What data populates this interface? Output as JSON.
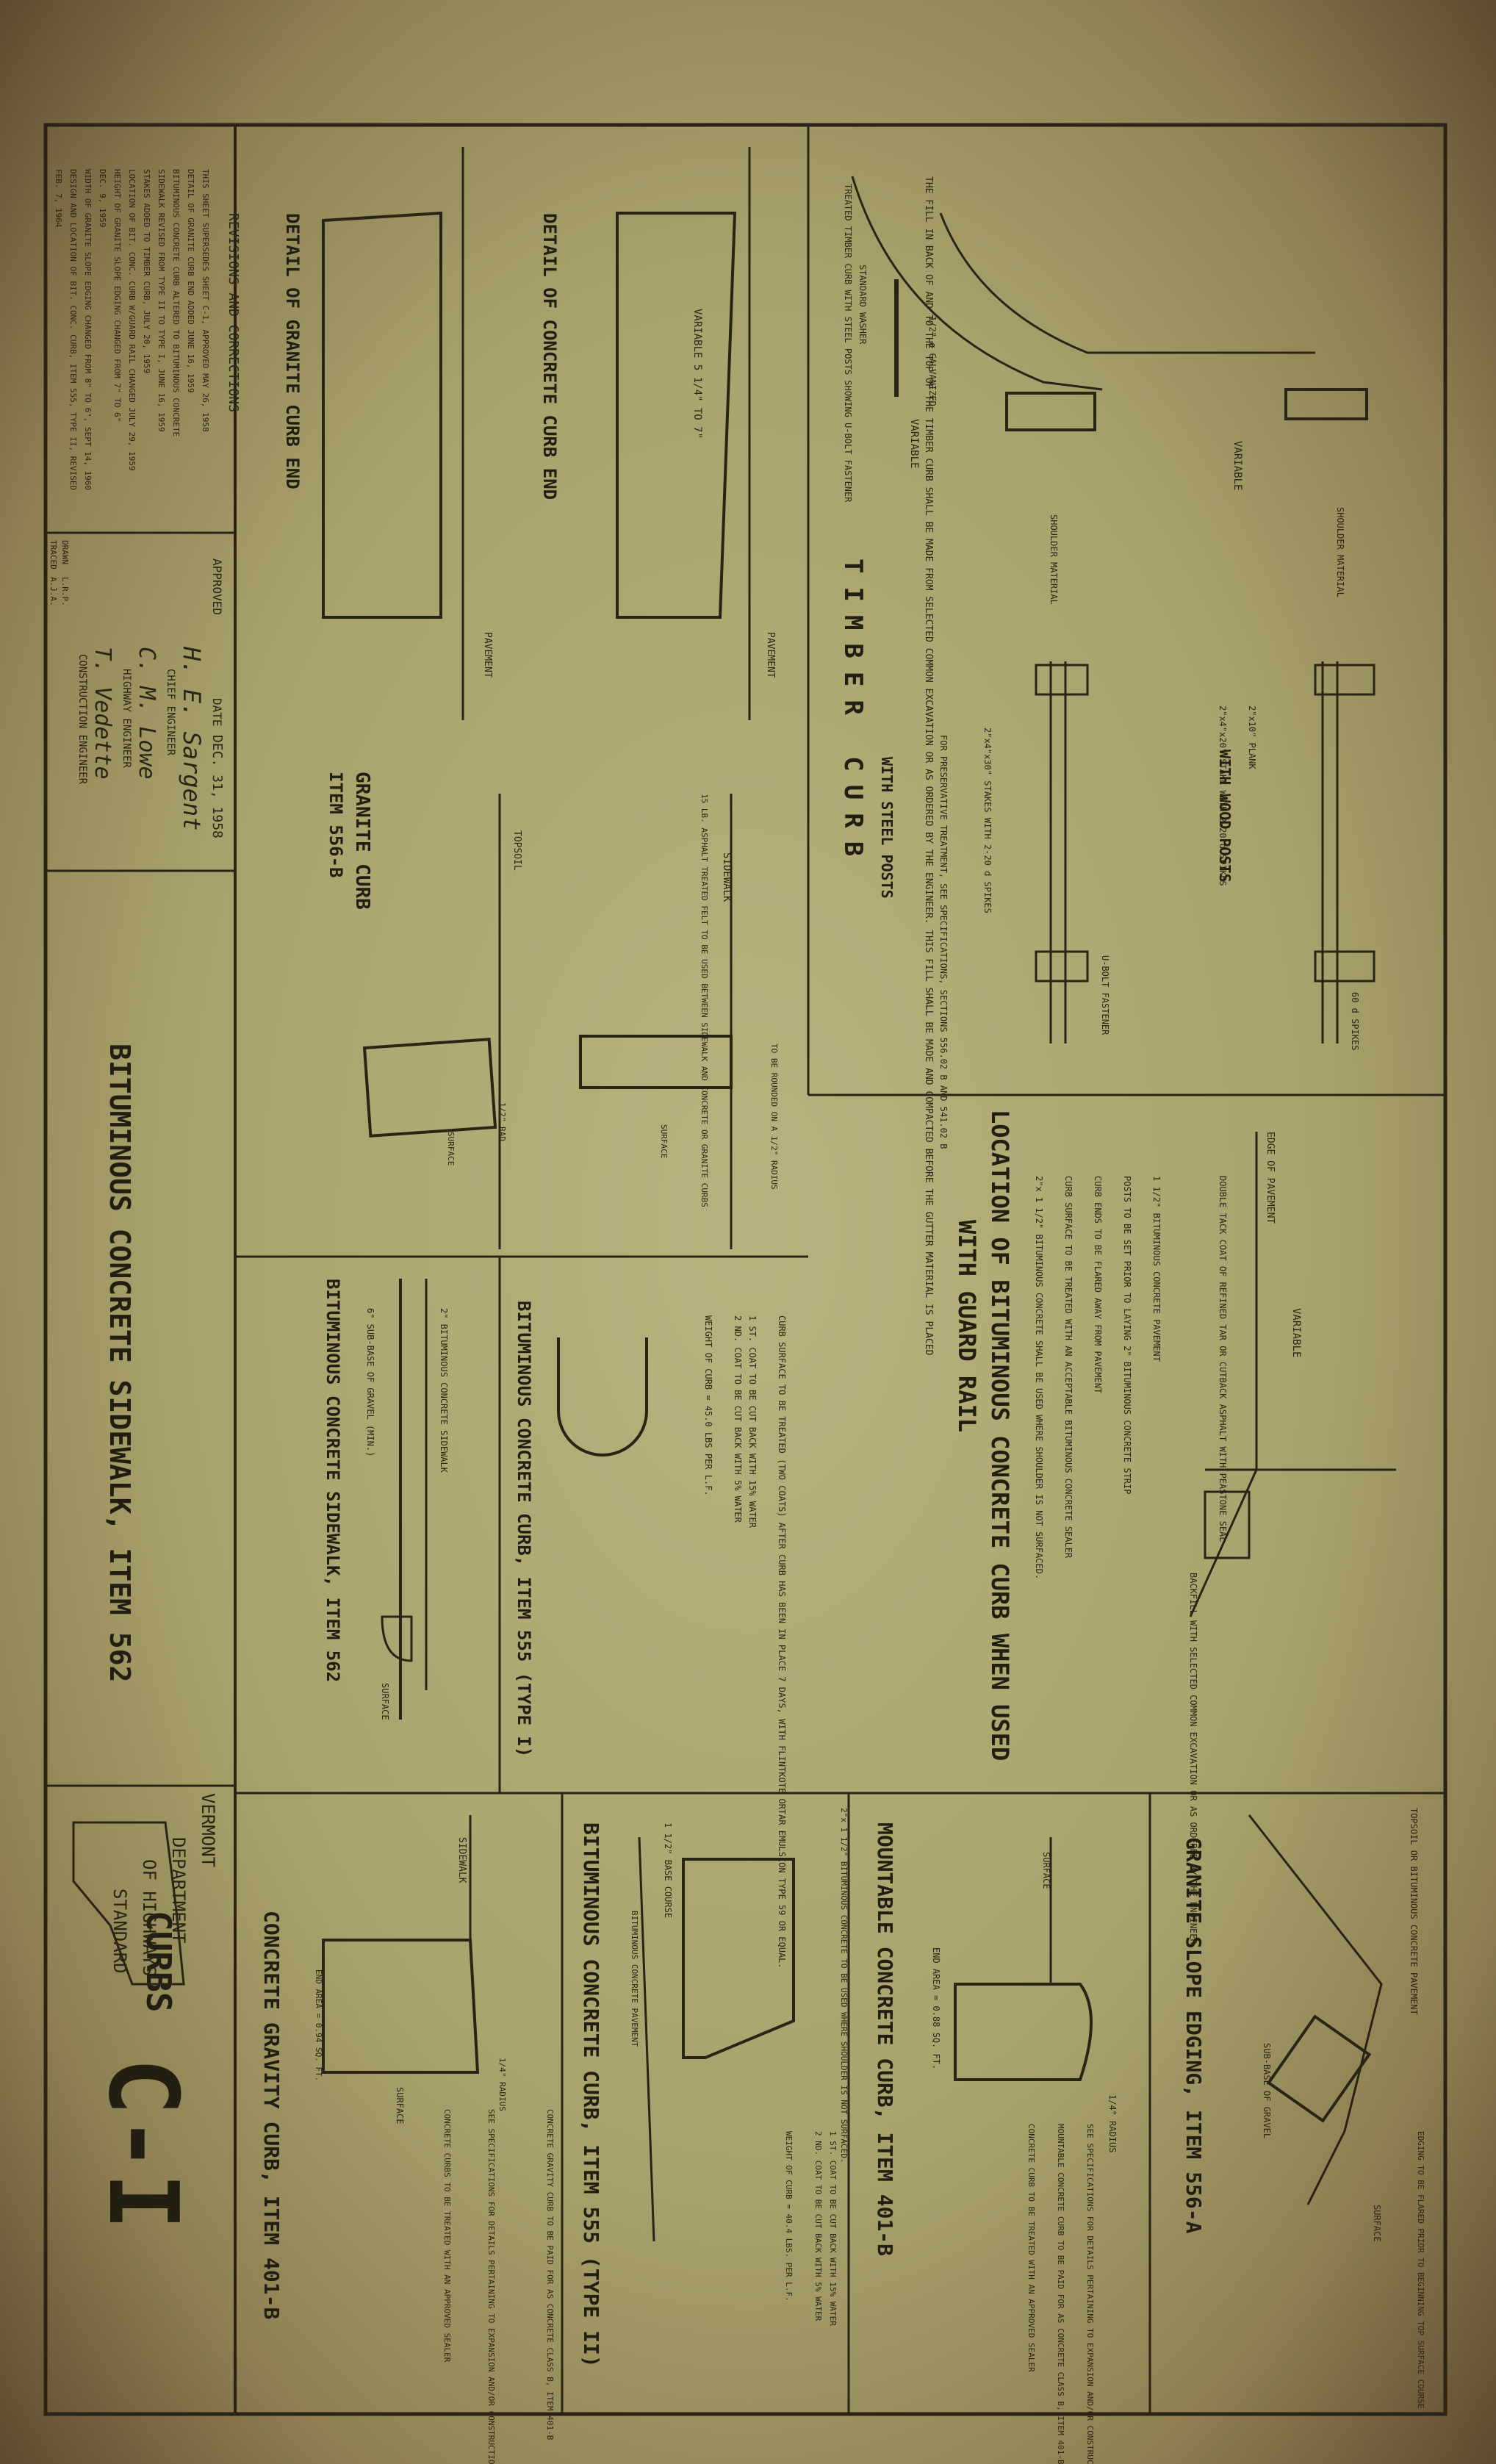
{
  "title_block": {
    "sheet_title": "CURBS",
    "sheet_subtitle": "BITUMINOUS CONCRETE SIDEWALK, ITEM 562",
    "agency_line1": "VERMONT",
    "agency_line2": "DEPARTMENT",
    "agency_line3": "OF HIGHWAYS",
    "agency_line4": "STANDARD",
    "sheet_number": "C-I",
    "approved_label": "APPROVED",
    "date_label": "DATE",
    "date_value": "DEC. 31, 1958",
    "signature_1": "H. E. Sargent",
    "role_1": "CHIEF ENGINEER",
    "signature_2": "C. M. Lowe",
    "role_2": "HIGHWAY ENGINEER",
    "signature_3": "T. Vedette",
    "role_3": "CONSTRUCTION ENGINEER",
    "drawn_label": "DRAWN",
    "drawn_value": "L.R.P.",
    "traced_label": "TRACED",
    "traced_value": "A.J.A."
  },
  "revisions": {
    "heading": "REVISIONS AND CORRECTIONS",
    "lines": [
      "THIS SHEET SUPERSEDES SHEET C-1, APPROVED MAY 26, 1958",
      "DETAIL OF GRANITE CURB END ADDED JUNE 16, 1959",
      "BITUMINOUS CONCRETE CURB ALTERED TO BITUMINOUS CONCRETE",
      "SIDEWALK REVISED FROM TYPE II TO TYPE I, JUNE 16, 1959",
      "STAKES ADDED TO TIMBER CURB, JULY 20, 1959",
      "LOCATION OF BIT. CONC. CURB W/GUARD RAIL CHANGED JULY 29, 1959",
      "HEIGHT OF GRANITE SLOPE EDGING CHANGED FROM 7\" TO 6\"",
      "DEC. 9, 1959",
      "WIDTH OF GRANITE SLOPE EDGING CHANGED FROM 8\" TO 6\", SEPT 14, 1960",
      "DESIGN AND LOCATION OF BIT. CONC. CURB, ITEM 555, TYPE II, REVISED",
      "FEB. 7, 1964"
    ]
  },
  "details": {
    "granite_curb_end": "DETAIL OF GRANITE CURB END",
    "concrete_curb_end": "DETAIL OF CONCRETE CURB END",
    "timber_curb": "TIMBER CURB",
    "with_wood_posts": "WITH WOOD POSTS",
    "with_steel_posts": "WITH STEEL POSTS",
    "location_title_1": "LOCATION OF BITUMINOUS CONCRETE CURB WHEN USED",
    "location_title_2": "WITH GUARD RAIL",
    "granite_curb_title": "GRANITE CURB",
    "granite_curb_item": "ITEM 556-B",
    "bit_curb_type1": "BITUMINOUS CONCRETE CURB, ITEM 555 (TYPE I)",
    "bit_sidewalk": "BITUMINOUS CONCRETE SIDEWALK, ITEM 562",
    "granite_slope": "GRANITE SLOPE EDGING, ITEM 556-A",
    "mountable_curb": "MOUNTABLE CONCRETE CURB, ITEM 401-B",
    "bit_curb_type2": "BITUMINOUS CONCRETE CURB, ITEM 555 (TYPE II)",
    "gravity_curb": "CONCRETE GRAVITY CURB, ITEM 401-B"
  },
  "notes": {
    "fill_note": "THE FILL IN BACK OF AND TO THE TOP OF THE TIMBER CURB SHALL BE MADE FROM SELECTED COMMON EXCAVATION OR AS ORDERED BY THE ENGINEER. THIS FILL SHALL BE MADE AND COMPACTED BEFORE THE GUTTER MATERIAL IS PLACED",
    "timber_fastener": "TREATED TIMBER CURB WITH STEEL POSTS SHOWING U-BOLT FASTENER",
    "galvanized": "1/2\" ø GALVANIZED",
    "washer": "STANDARD WASHER",
    "variable": "VARIABLE",
    "shoulder": "SHOULDER MATERIAL",
    "plank": "2\"x10\" PLANK",
    "stake_spikes": "2\"x4\"x20\" STAKE WITH 2-20 d SPIKES",
    "stakes": "2\"x4\"x30\" STAKES WITH 2-20 d SPIKES",
    "preservative": "FOR PRESERVATIVE TREATMENT, SEE SPECIFICATIONS, SECTIONS 556.02 B AND 541.02 B",
    "spikes_60d": "60 d SPIKES",
    "ubolt": "U-BOLT FASTENER",
    "edge_of_pavement": "EDGE OF PAVEMENT",
    "tack_coat": "DOUBLE TACK COAT OF REFINED TAR OR CUTBACK ASPHALT WITH PEASTONE SEAL",
    "guard_note_1": "1 1/2\" BITUMINOUS CONCRETE PAVEMENT",
    "guard_note_2": "POSTS TO BE SET PRIOR TO LAYING 2\" BITUMINOUS CONCRETE STRIP",
    "guard_note_3": "CURB ENDS TO BE FLARED AWAY FROM PAVEMENT",
    "guard_note_4": "CURB SURFACE TO BE TREATED WITH AN ACCEPTABLE BITUMINOUS CONCRETE SEALER",
    "guard_note_5": "2\"x 1 1/2\" BITUMINOUS CONCRETE SHALL BE USED WHERE SHOULDER IS NOT SURFACED.",
    "backfill": "BACKFILL WITH SELECTED COMMON EXCAVATION OR AS ORDERED BY THE ENGINEER",
    "pavement": "PAVEMENT",
    "sidewalk": "SIDEWALK",
    "topsoil": "TOPSOIL",
    "surface": "SURFACE",
    "felt_note": "15 LB. ASPHALT TREATED FELT TO BE USED BETWEEN SIDEWALK AND CONCRETE OR GRANITE CURBS",
    "rounded": "TO BE ROUNDED ON A 1/2\" RADIUS",
    "rad": "1/2\" RAD",
    "bit_treatment": "CURB SURFACE TO BE TREATED (TWO COATS) AFTER CURB HAS BEEN IN PLACE 7 DAYS, WITH FLINTKOTE ORTAR EMULSION TYPE 59 OR EQUAL.",
    "first_coat": "1 ST. COAT TO BE CUT BACK WITH 15% WATER",
    "second_coat": "2 ND. COAT TO BE CUT BACK WITH 5% WATER",
    "weight_type1": "WEIGHT OF CURB = 45.0 LBS PER L.F.",
    "sidewalk_bit": "2\" BITUMINOUS CONCRETE SIDEWALK",
    "subbase": "6\" SUB-BASE OF GRAVEL (MIN.)",
    "slope_flare": "EDGING TO BE FLARED PRIOR TO BEGINNING TOP SURFACE COURSE",
    "slope_topsoil": "TOPSOIL OR BITUMINOUS CONCRETE PAVEMENT",
    "slope_subbase": "SUB-BASE OF GRAVEL",
    "mount_spec": "SEE SPECIFICATIONS FOR DETAILS PERTAINING TO EXPANSION AND/OR CONSTRUCTION JOINTS.",
    "mount_class": "MOUNTABLE CONCRETE CURB TO BE PAID FOR AS CONCRETE CLASS B, ITEM 401-B",
    "mount_seal": "CONCRETE CURB TO BE TREATED WITH AN APPROVED SEALER",
    "mount_area": "END AREA = 0.88 SQ. FT.",
    "radius_14": "1/4\" RADIUS",
    "type2_note": "2\"x 1 1/2\" BITUMINOUS CONCRETE TO BE USED WHERE SHOULDER IS NOT SURFACED.",
    "base_course": "1 1/2\" BASE COURSE",
    "bit_pavement": "BITUMINOUS CONCRETE PAVEMENT",
    "weight_type2": "WEIGHT OF CURB = 40.4 LBS. PER L.F.",
    "gravity_paid": "CONCRETE GRAVITY CURB TO BE PAID FOR AS CONCRETE CLASS B, ITEM 401-B",
    "gravity_spec": "SEE SPECIFICATIONS FOR DETAILS PERTAINING TO EXPANSION AND/OR CONSTRUCTION JOINTS",
    "gravity_seal": "CONCRETE CURBS TO BE TREATED WITH AN APPROVED SEALER",
    "gravity_area": "END AREA = 0.94 SQ. FT.",
    "variable_slope": "VARIABLE 5 1/4\" TO 7\""
  }
}
